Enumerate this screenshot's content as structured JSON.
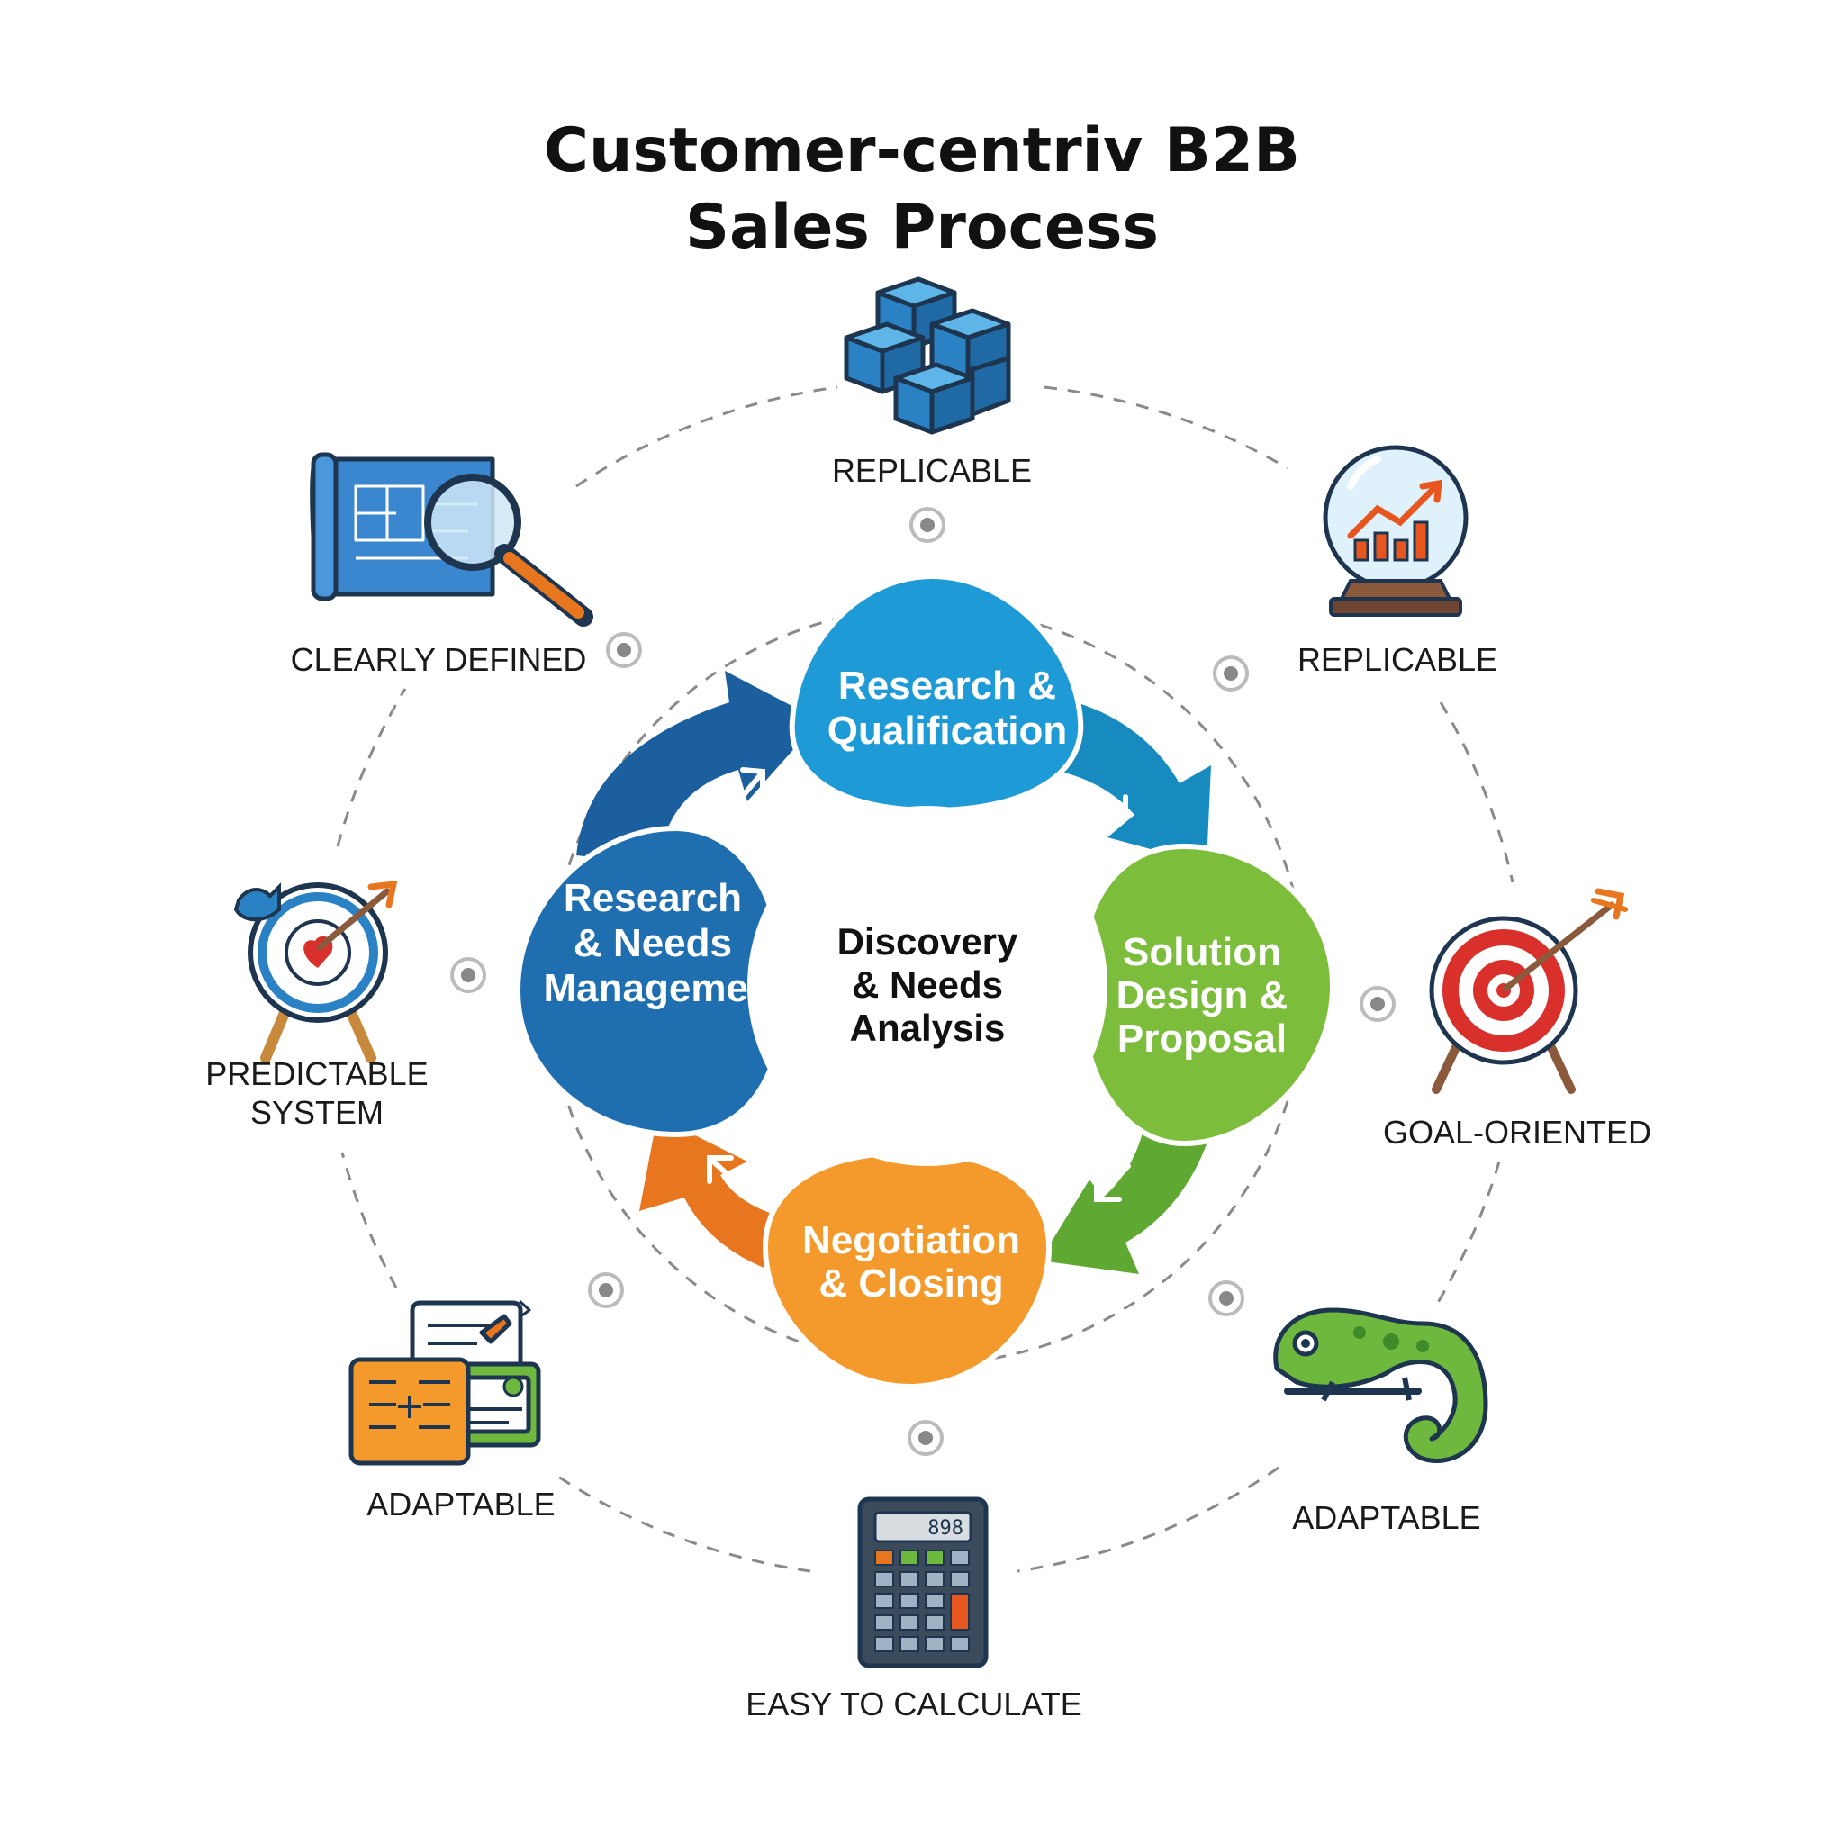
{
  "title": {
    "line1": "Customer-centriv B2B",
    "line2": "Sales Process"
  },
  "center": {
    "line1": "Discovery",
    "line2": "& Needs",
    "line3": "Analysis"
  },
  "stages": {
    "top": {
      "line1": "Research &",
      "line2": "Qualification",
      "color": "#1e9ad6"
    },
    "right": {
      "line1": "Solution",
      "line2": "Design &",
      "line3": "Proposal",
      "color": "#7cbd3b"
    },
    "bottom": {
      "line1": "Negotiation",
      "line2": "& Closing",
      "color": "#f08c24"
    },
    "left": {
      "line1": "Research",
      "line2": "& Needs",
      "line3": "Management",
      "color": "#1f6fb0"
    }
  },
  "arrow_colors": {
    "dark_blue": "#1c5f9e",
    "teal": "#178bbf",
    "green": "#5fa832",
    "orange": "#e8761f"
  },
  "attributes": [
    {
      "id": "top",
      "label": "REPLICABLE",
      "icon": "stacked-cubes-icon"
    },
    {
      "id": "top-right",
      "label": "REPLICABLE",
      "icon": "crystal-ball-chart-icon"
    },
    {
      "id": "right",
      "label": "GOAL-ORIENTED",
      "icon": "target-arrow-icon"
    },
    {
      "id": "bottom-right",
      "label": "ADAPTABLE",
      "icon": "chameleon-icon"
    },
    {
      "id": "bottom",
      "label": "EASY TO CALCULATE",
      "icon": "calculator-icon"
    },
    {
      "id": "bottom-left",
      "label": "ADAPTABLE",
      "icon": "cards-documents-icon"
    },
    {
      "id": "left",
      "label1": "PREDICTABLE",
      "label2": "SYSTEM",
      "icon": "bird-target-icon"
    },
    {
      "id": "top-left",
      "label": "CLEARLY DEFINED",
      "icon": "blueprint-magnifier-icon"
    }
  ],
  "calculator_display": "898"
}
